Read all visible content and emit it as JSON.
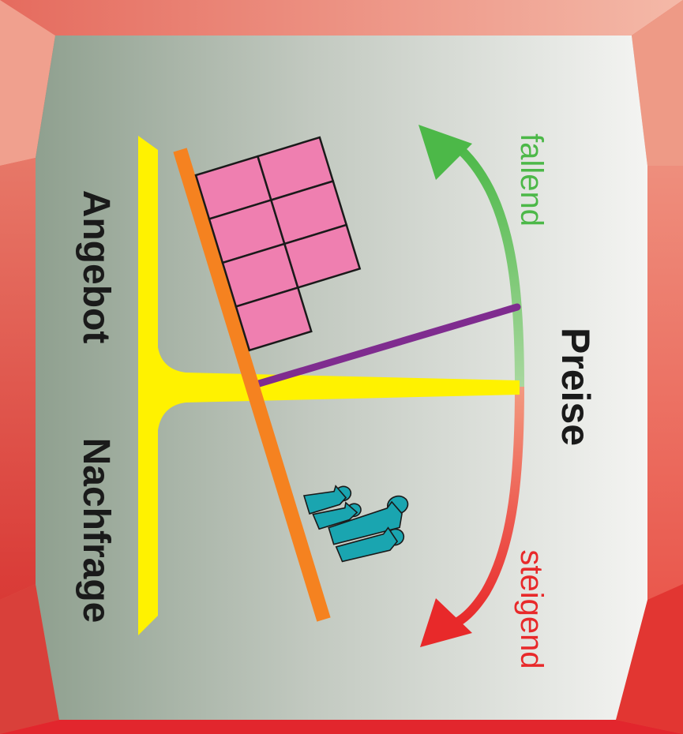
{
  "labels": {
    "price": "Preise",
    "falling": "fallend",
    "rising": "steigend",
    "supply": "Angebot",
    "demand": "Nachfrage"
  },
  "colors": {
    "frame": "#e0574a",
    "panel_light": "#f2f2f0",
    "panel_dark": "#8fa08f",
    "falling": "#4cb848",
    "falling_light": "#a8d8a0",
    "rising": "#e8292a",
    "rising_light": "#f29b82",
    "stand": "#fff200",
    "beam": "#f58220",
    "pointer": "#7f2c8f",
    "goods": "#ef7fb0",
    "people": "#1aa5b0",
    "text": "#1a1a1a"
  },
  "icons": {
    "goods": "stacked-boxes-icon",
    "people": "group-of-people-icon"
  }
}
